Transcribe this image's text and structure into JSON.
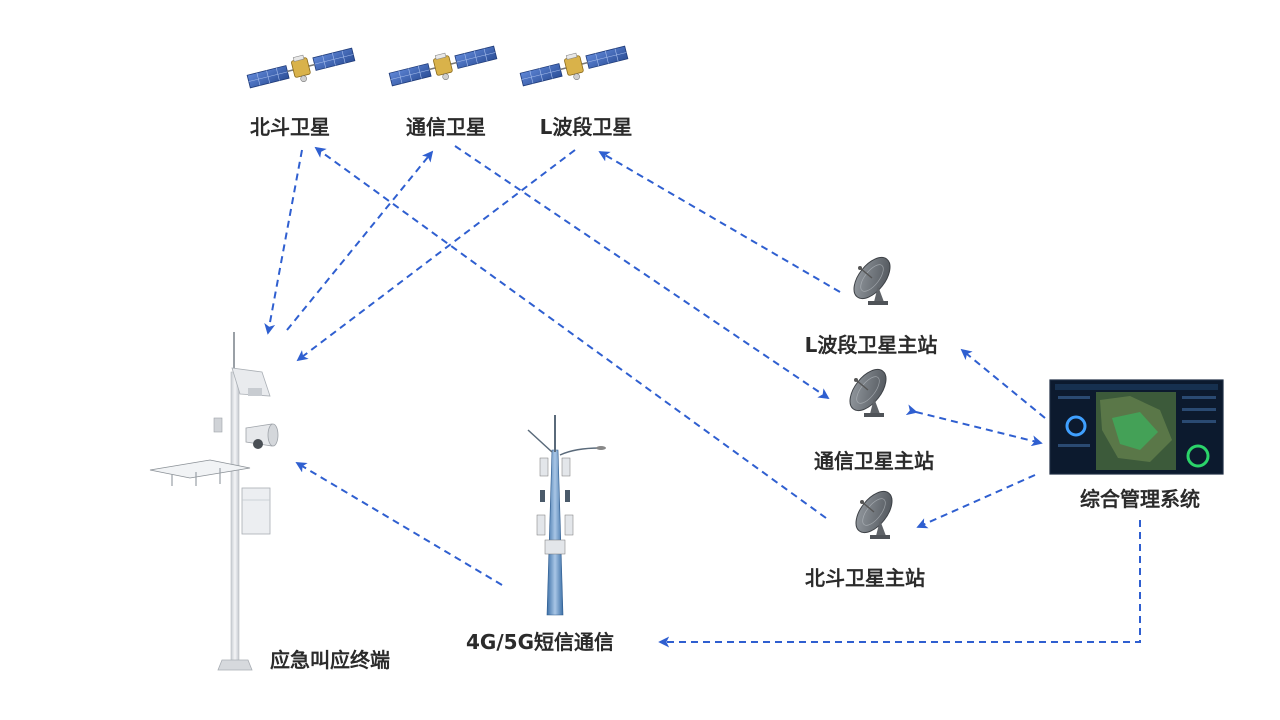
{
  "satellites": {
    "beidou": "北斗卫星",
    "comm": "通信卫星",
    "lband": "L波段卫星"
  },
  "stations": {
    "lband": "L波段卫星主站",
    "comm": "通信卫星主站",
    "beidou": "北斗卫星主站"
  },
  "nodes": {
    "terminal": "应急叫应终端",
    "cellular": "4G/5G短信通信",
    "management": "综合管理系统"
  },
  "colors": {
    "arrow": "#2f5fd0",
    "panel_blue": "#3a5fa8",
    "dish": "#6b6f74",
    "pole": "#e7e9ec",
    "screen_bg": "#0c1a2e",
    "screen_accent": "#2bd46a"
  }
}
